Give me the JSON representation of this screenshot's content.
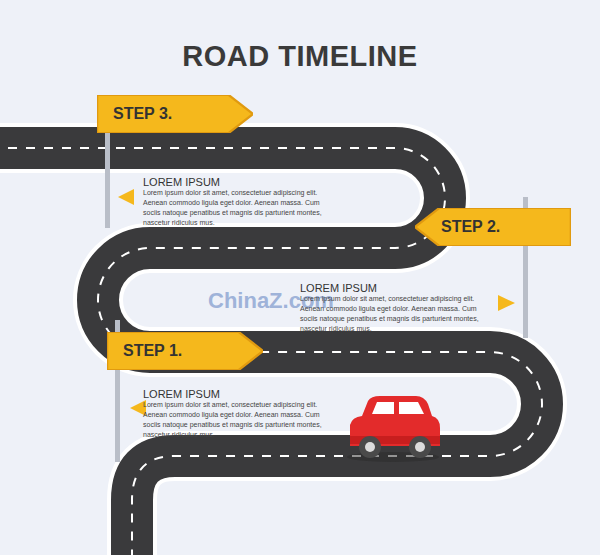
{
  "diagram": {
    "title": "ROAD TIMELINE",
    "nodes": [
      {
        "text": [
          "STEP 3."
        ]
      },
      {
        "text": [
          "STEP 2."
        ]
      },
      {
        "text": [
          "STEP 1."
        ]
      }
    ],
    "labels": [
      "LOREM IPSUM",
      "Lorem ipsum dolor sit amet, consectetuer adipiscing elit. Aenean commodo ligula eget dolor. Aenean massa. Cum sociis natoque penatibus et magnis dis parturient montes, nascetur ridiculus mus.",
      "LOREM IPSUM",
      "Lorem ipsum dolor sit amet, consectetuer adipiscing elit. Aenean commodo ligula eget dolor. Aenean massa. Cum sociis natoque penatibus et magnis dis parturient montes, nascetur ridiculus mus.",
      "LOREM IPSUM",
      "Lorem ipsum dolor sit amet, consectetuer adipiscing elit. Aenean commodo ligula eget dolor. Aenean massa. Cum sociis natoque penatibus et magnis dis parturient montes, nascetur ridiculus mus.",
      "ChinaZ.com"
    ]
  }
}
